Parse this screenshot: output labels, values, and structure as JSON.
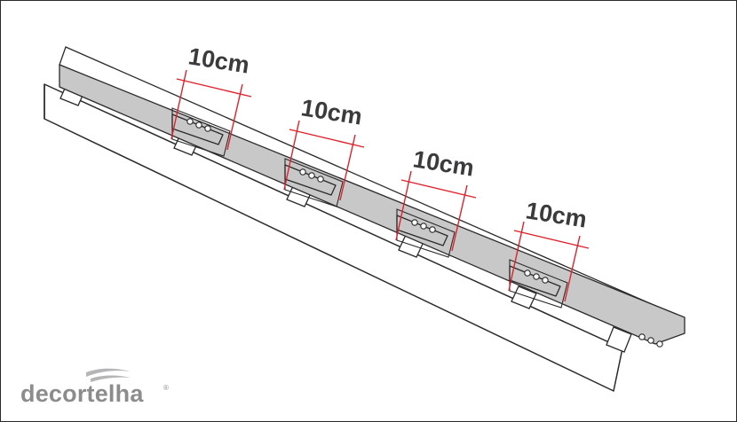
{
  "diagram": {
    "overlap_labels": [
      "10cm",
      "10cm",
      "10cm",
      "10cm"
    ]
  },
  "brand": {
    "logo_text": "decortelha"
  },
  "colors": {
    "tile_fill": "#c8c8c9",
    "outline": "#2a2a2a",
    "dimension_line": "#e0202a",
    "label_text": "#3b3b3d",
    "logo_gray": "#8c8c8e"
  }
}
